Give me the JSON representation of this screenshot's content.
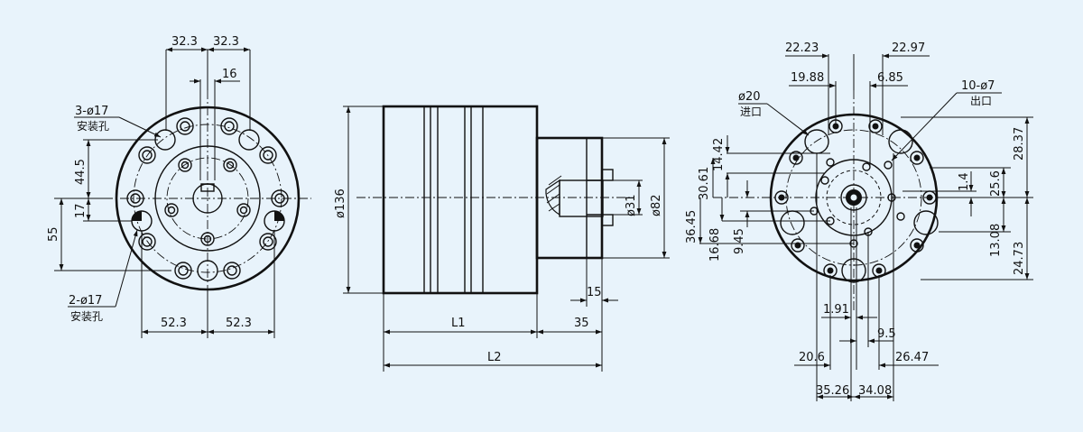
{
  "colors": {
    "background": "#e8f3fb",
    "ink": "#111111"
  },
  "view_left": {
    "top_dim_left": "32.3",
    "top_dim_right": "32.3",
    "top_dim_small": "16",
    "hole_label_top": "3-ø17",
    "hole_label_top_cn": "安装孔",
    "dim_44_5": "44.5",
    "dim_17": "17",
    "dim_55": "55",
    "hole_label_bottom": "2-ø17",
    "hole_label_bottom_cn": "安装孔",
    "bottom_dim_left": "52.3",
    "bottom_dim_right": "52.3"
  },
  "view_middle": {
    "dia_136": "ø136",
    "dia_31": "ø31",
    "dia_82": "ø82",
    "dim_15": "15",
    "dim_35": "35",
    "L1": "L1",
    "L2": "L2"
  },
  "view_right": {
    "dim_22_23": "22.23",
    "dim_22_97": "22.97",
    "dim_19_88": "19.88",
    "dim_6_85": "6.85",
    "inlet": "ø20",
    "inlet_cn": "进口",
    "outlet": "10-ø7",
    "outlet_cn": "出口",
    "dim_14_42": "14.42",
    "dim_30_61": "30.61",
    "dim_36_45": "36.45",
    "dim_16_68": "16.68",
    "dim_9_45": "9.45",
    "dim_28_37": "28.37",
    "dim_25_6": "25.6",
    "dim_1_4": "1.4",
    "dim_13_08": "13.08",
    "dim_24_73": "24.73",
    "dim_1_91": "1.91",
    "dim_9_5": "9.5",
    "dim_20_6": "20.6",
    "dim_26_47": "26.47",
    "dim_35_26": "35.26",
    "dim_34_08": "34.08"
  }
}
